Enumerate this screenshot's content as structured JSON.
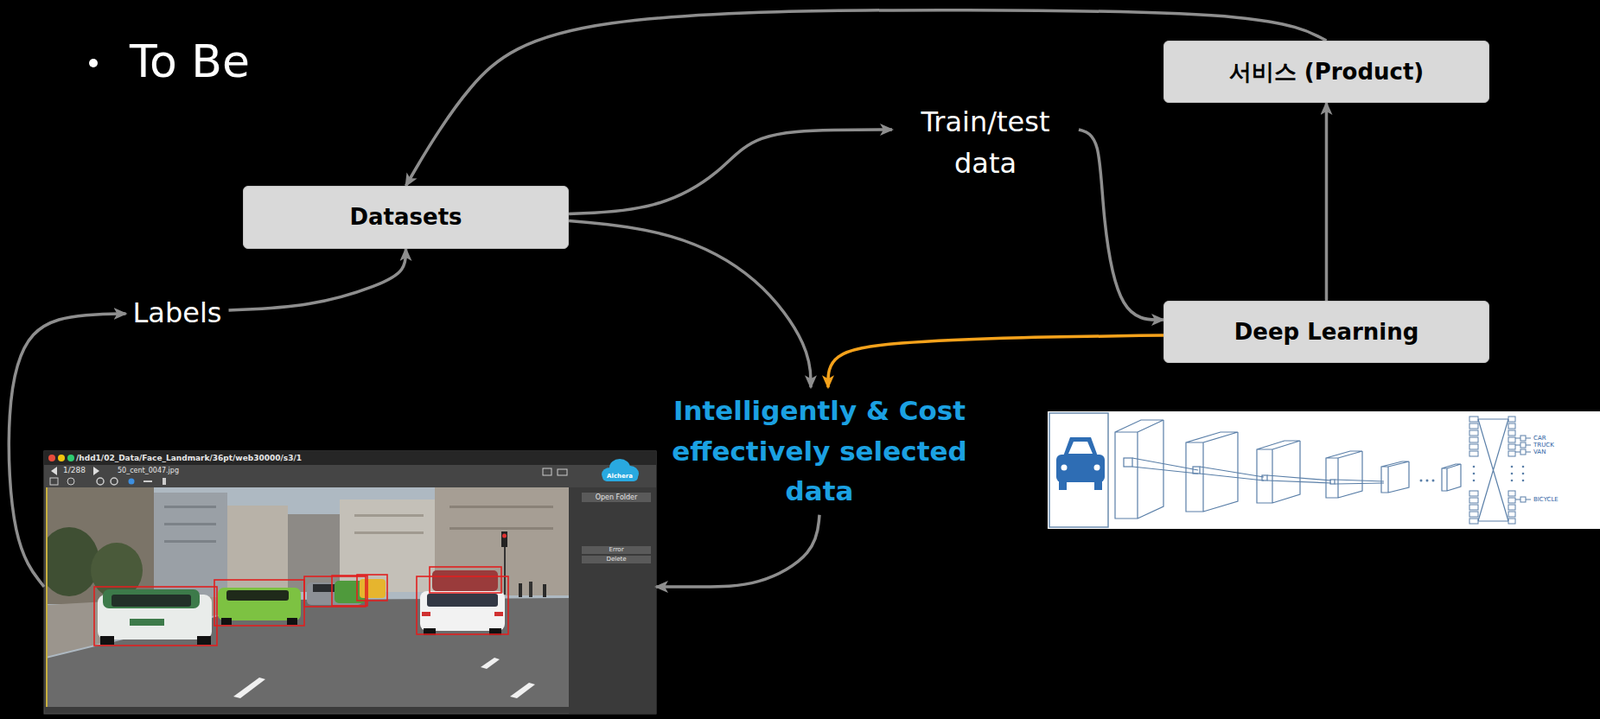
{
  "diagram": {
    "title": "To Be",
    "nodes": [
      {
        "text": [
          "서비스 (Product)"
        ]
      },
      {
        "text": [
          "Train/test data"
        ]
      },
      {
        "text": [
          "Datasets"
        ]
      },
      {
        "text": [
          "Labels"
        ]
      },
      {
        "text": [
          "Deep Learning"
        ]
      },
      {
        "text": [
          "Intelligently & Cost effectively selected data"
        ]
      },
      {
        "text": [
          "/hdd1/02_Data/Face_Landmark/36pt/web30000/s3/1",
          "1/288",
          "50_cent_0047.jpg",
          "Alchera",
          "Open Folder",
          "Error",
          "Delete"
        ]
      }
    ],
    "edges": [
      {
        "from": 0,
        "to": 2,
        "arrow": "to"
      },
      {
        "from": 2,
        "to": 1,
        "arrow": "to"
      },
      {
        "from": 1,
        "to": 4,
        "arrow": "to"
      },
      {
        "from": 4,
        "to": 0,
        "arrow": "to"
      },
      {
        "from": 2,
        "to": 5,
        "arrow": "to"
      },
      {
        "from": 4,
        "to": 5,
        "arrow": "to"
      },
      {
        "from": 5,
        "to": 6,
        "arrow": "to"
      },
      {
        "from": 6,
        "to": 3,
        "arrow": "to"
      },
      {
        "from": 3,
        "to": 2,
        "arrow": "to"
      }
    ],
    "labels": [
      "CAR",
      "TRUCK",
      "VAN",
      "BICYCLE"
    ]
  }
}
